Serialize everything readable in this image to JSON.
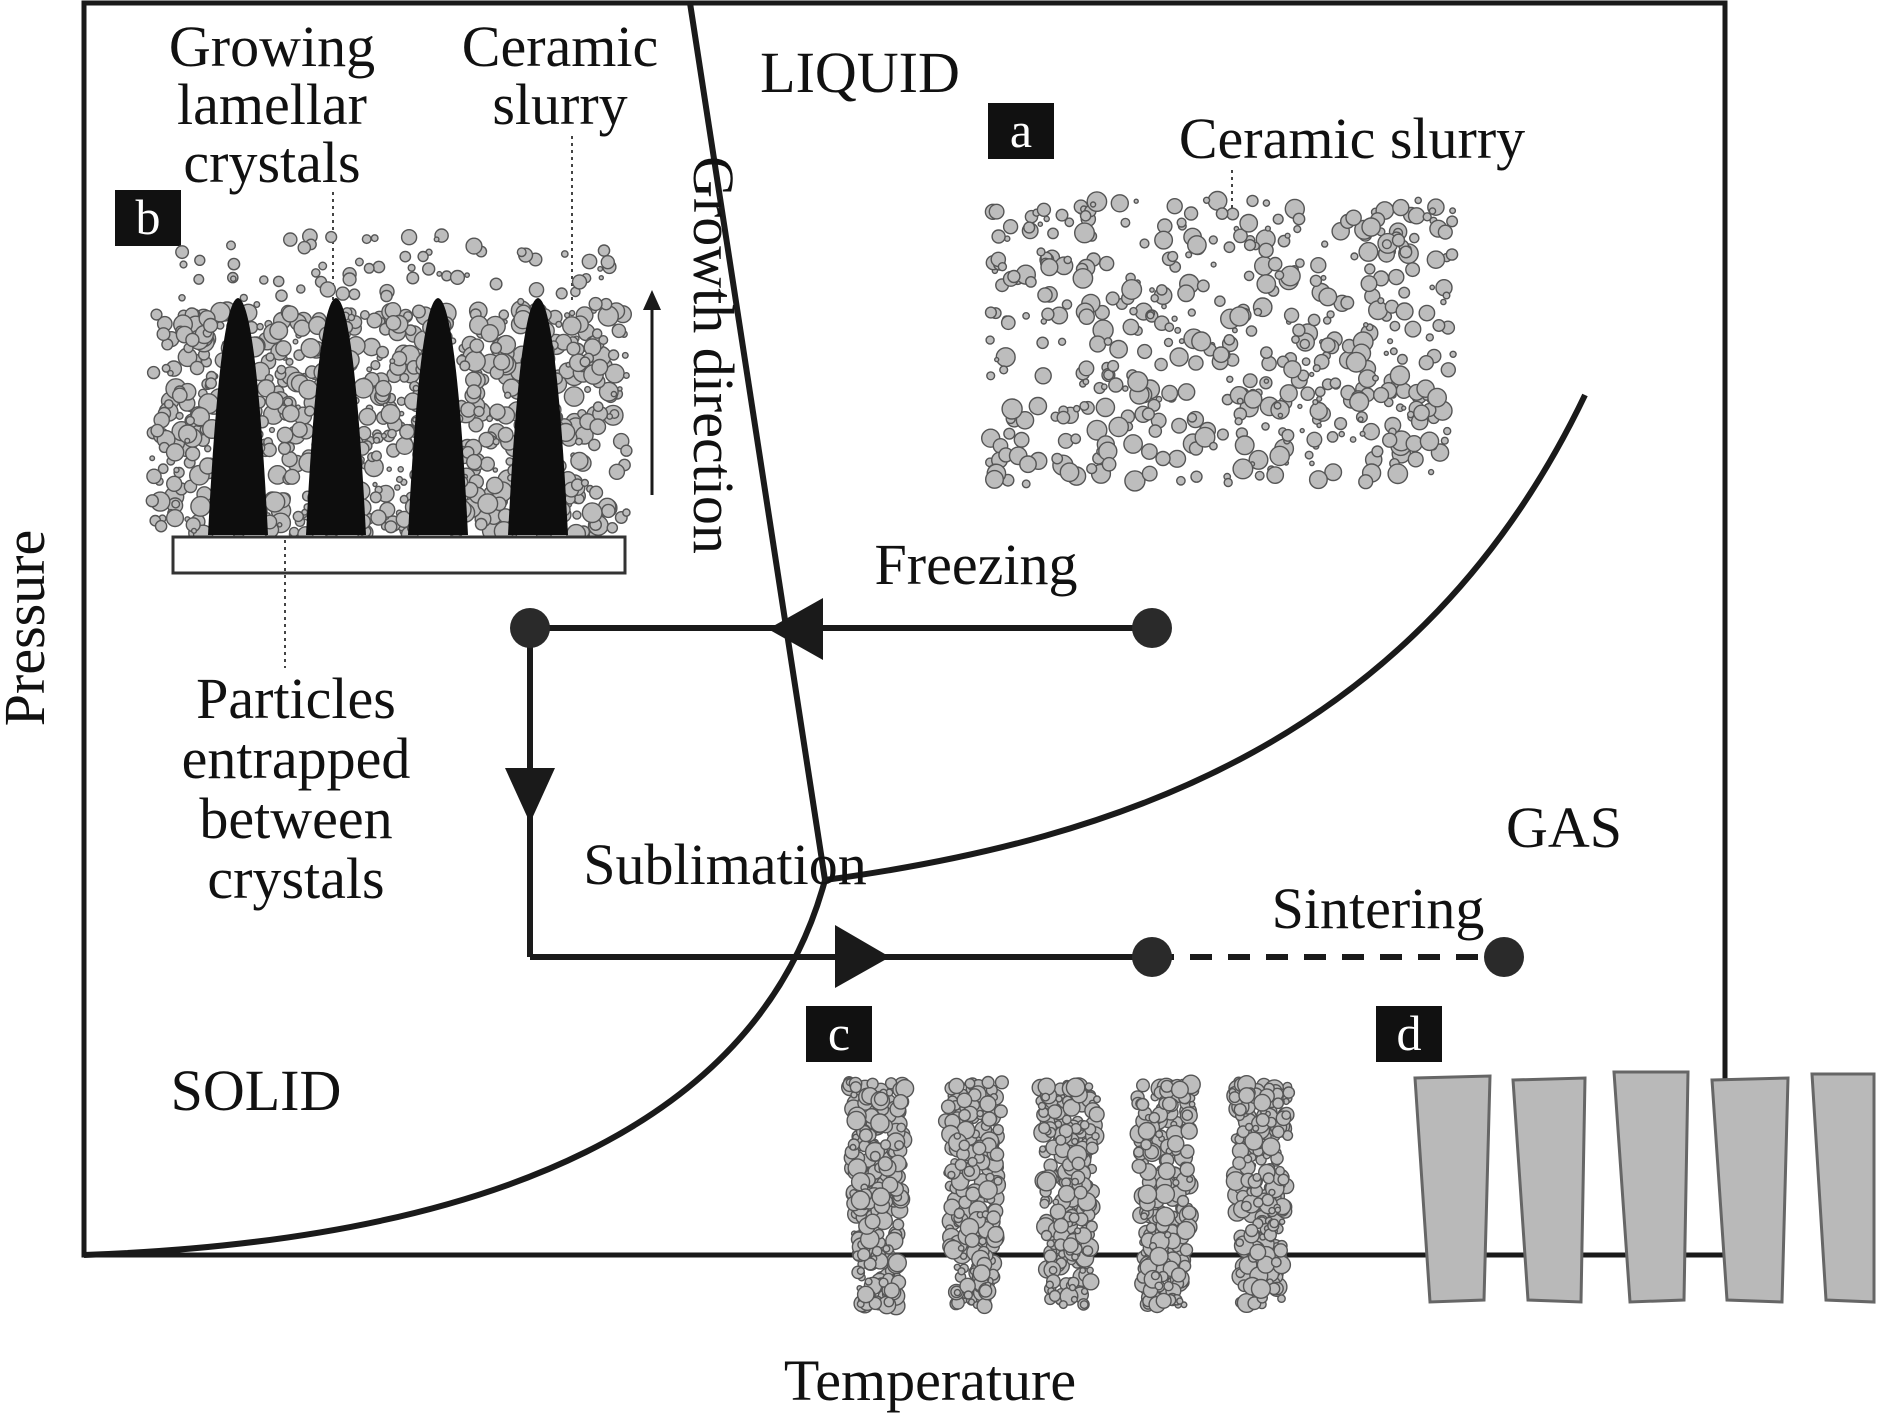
{
  "axes": {
    "x_label": "Temperature",
    "y_label": "Pressure"
  },
  "regions": {
    "liquid": "LIQUID",
    "solid": "SOLID",
    "gas": "GAS"
  },
  "process_steps": {
    "freezing": "Freezing",
    "sublimation": "Sublimation",
    "sintering": "Sintering"
  },
  "panels": {
    "a": {
      "badge": "a",
      "label": "Ceramic slurry"
    },
    "b": {
      "badge": "b",
      "growing_label": [
        "Growing",
        "lamellar",
        "crystals"
      ],
      "slurry_label": [
        "Ceramic",
        "slurry"
      ],
      "growth_direction": "Growth direction",
      "particles_label": [
        "Particles",
        "entrapped",
        "between",
        "crystals"
      ]
    },
    "c": {
      "badge": "c"
    },
    "d": {
      "badge": "d"
    }
  },
  "colors": {
    "line": "#1a1a1a",
    "particle_fill": "#bdbdbd",
    "particle_stroke": "#555555",
    "crystal": "#0d0d0d",
    "sintered": "#b9b9b9",
    "badge_bg": "#111111"
  }
}
